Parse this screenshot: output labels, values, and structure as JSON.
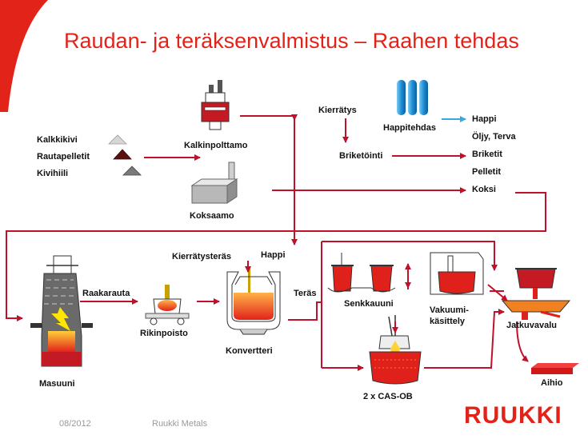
{
  "title": "Raudan- ja teräksenvalmistus – Raahen tehdas",
  "raw_materials": [
    "Kalkkikivi",
    "Rautapelletit",
    "Kivihiili"
  ],
  "nodes": {
    "kalkinpolttamo": "Kalkinpolttamo",
    "koksaamo": "Koksaamo",
    "kierratys": "Kierrätys",
    "briketointi": "Briketöinti",
    "happitehdas": "Happitehdas",
    "masuuni": "Masuuni",
    "raakarauta": "Raakarauta",
    "rikinpoisto": "Rikinpoisto",
    "kierratysteras": "Kierrätysteräs",
    "happi_input": "Happi",
    "konvertteri": "Konvertteri",
    "teras": "Teräs",
    "senkkauuni": "Senkkauuni",
    "vakuumikasittely": [
      "Vakuumi-",
      "käsittely"
    ],
    "cas_ob": "2 x CAS-OB",
    "jatkuvavalu": "Jatkuvavalu",
    "aihio": "Aihio"
  },
  "products": [
    "Happi",
    "Öljy, Terva",
    "Briketit",
    "Pelletit",
    "Koksi"
  ],
  "footer": {
    "date": "08/2012",
    "company": "Ruukki Metals",
    "logo": "RUUKKI"
  },
  "colors": {
    "accent": "#e2231a",
    "arrow": "#c0102a",
    "oxygen_arrow": "#3aa7e0",
    "oxygen_tanks": "#1e8fd6",
    "molten": "#e0201a"
  }
}
